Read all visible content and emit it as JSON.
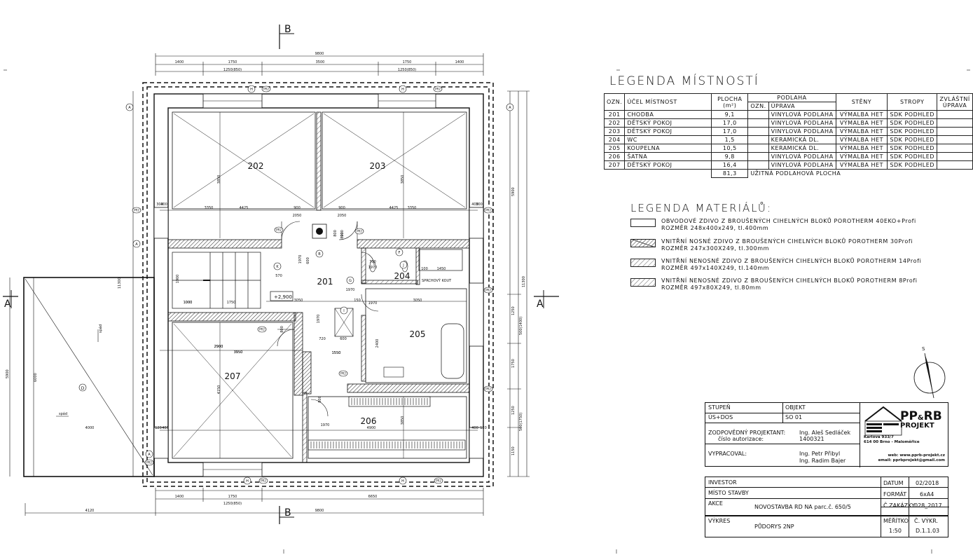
{
  "section_marks": {
    "b": "B",
    "a": "A"
  },
  "dimensions": {
    "top_total": "9800",
    "top_segments": [
      "1400",
      "1750",
      "3500",
      "1750",
      "1400"
    ],
    "top_windows": [
      "1250(850)",
      "1250(850)"
    ],
    "bottom_segments": [
      "1400",
      "1750",
      "6650"
    ],
    "bottom_window": "1250(850)",
    "bottom_total": "9800",
    "bottom_terrace": "4120",
    "right_outer_1": "5900",
    "right_outer_2": "11300",
    "right_inner": [
      "1250",
      "500(1400)",
      "1750",
      "1250",
      "500(1750)",
      "1150"
    ],
    "left_terrace": [
      "5900",
      "6000"
    ],
    "left_height": "11300",
    "misc": [
      "4425",
      "4425",
      "3350",
      "3350",
      "900",
      "900",
      "2050",
      "2050",
      "400",
      "400",
      "300",
      "300",
      "3850",
      "3850",
      "1900",
      "1000",
      "1000",
      "1750",
      "3050",
      "3050",
      "1550",
      "1550",
      "150",
      "720",
      "600",
      "2400",
      "2900",
      "2900",
      "3950",
      "3950",
      "4000",
      "4150",
      "4900",
      "3850",
      "100",
      "1450",
      "700",
      "1970",
      "800",
      "600",
      "570",
      "1970",
      "800",
      "1970",
      "800",
      "1970",
      "900",
      "1970",
      "800",
      "1970",
      "120",
      "400",
      "400",
      "120"
    ]
  },
  "rooms_on_plan": {
    "r202": "202",
    "r203": "203",
    "r201": "201",
    "r204": "204",
    "r205": "205",
    "r206": "206",
    "r207": "207"
  },
  "plan_labels": {
    "level": "+2,900",
    "shower": "SPRCHOVÝ KOUT",
    "spad": "spád",
    "spad2": "spád",
    "terrace": "D",
    "tags": [
      "PR2",
      "PR2",
      "PR2",
      "PR2",
      "PR2",
      "PR2",
      "PR2",
      "PR2",
      "PR2",
      "PR2",
      "PR2",
      "PR2",
      "PR2"
    ],
    "axis": [
      "A",
      "A",
      "A",
      "A",
      "H",
      "H",
      "H",
      "H",
      "K",
      "G",
      "B",
      "F",
      "I",
      "J"
    ]
  },
  "room_legend": {
    "title": "LEGENDA MÍSTNOSTÍ",
    "headers": {
      "ozn": "OZN.",
      "ucel": "ÚČEL MÍSTNOST",
      "plocha": "PLOCHA",
      "plocha_unit": "(m²)",
      "podlaha": "PODLAHA",
      "ozn2": "OZN.",
      "uprava": "ÚPRAVA",
      "steny": "STĚNY",
      "stropy": "STROPY",
      "zvlastni": "ZVLÁŠTNÍ ÚPRAVA"
    },
    "rows": [
      {
        "ozn": "201",
        "name": "CHODBA",
        "area": "9,1",
        "floor": "VINYLOVÁ PODLAHA",
        "walls": "VÝMALBA HET",
        "ceiling": "SDK PODHLED"
      },
      {
        "ozn": "202",
        "name": "DĚTSKÝ POKOJ",
        "area": "17,0",
        "floor": "VINYLOVÁ PODLAHA",
        "walls": "VÝMALBA HET",
        "ceiling": "SDK PODHLED"
      },
      {
        "ozn": "203",
        "name": "DĚTSKÝ POKOJ",
        "area": "17,0",
        "floor": "VINYLOVÁ PODLAHA",
        "walls": "VÝMALBA HET",
        "ceiling": "SDK PODHLED"
      },
      {
        "ozn": "204",
        "name": "WC",
        "area": "1,5",
        "floor": "KERAMICKÁ DL.",
        "walls": "VÝMALBA HET",
        "ceiling": "SDK PODHLED"
      },
      {
        "ozn": "205",
        "name": "KOUPELNA",
        "area": "10,5",
        "floor": "KERAMICKÁ DL.",
        "walls": "VÝMALBA HET",
        "ceiling": "SDK PODHLED"
      },
      {
        "ozn": "206",
        "name": "ŠATNA",
        "area": "9,8",
        "floor": "VINYLOVÁ PODLAHA",
        "walls": "VÝMALBA HET",
        "ceiling": "SDK PODHLED"
      },
      {
        "ozn": "207",
        "name": "DĚTSKÝ POKOJ",
        "area": "16,4",
        "floor": "VINYLOVÁ PODLAHA",
        "walls": "VÝMALBA HET",
        "ceiling": "SDK PODHLED"
      }
    ],
    "total_area": "81,3",
    "total_label": "UŽITNÁ PODLAHOVÁ PLOCHA"
  },
  "material_legend": {
    "title": "LEGENDA MATERIÁLŮ:",
    "items": [
      {
        "line1": "OBVODOVÉ ZDIVO Z BROUŠENÝCH CIHELNÝCH BLOKŮ POROTHERM 40EKO+Profi",
        "line2": "ROZMĚR 248x400x249, tl.400mm"
      },
      {
        "line1": "VNITŘNÍ NOSNÉ ZDIVO Z BROUŠENÝCH CIHELNÝCH BLOKŮ POROTHERM 30Profi",
        "line2": "ROZMĚR 247x300X249, tl.300mm"
      },
      {
        "line1": "VNITŘNÍ NENOSNÉ ZDIVO Z BROUŠENÝCH CIHELNÝCH BLOKŮ POROTHERM 14Profi",
        "line2": "ROZMĚR 497x140X249, tl.140mm"
      },
      {
        "line1": "VNITŘNÍ NENOSNÉ ZDIVO Z BROUŠENÝCH CIHELNÝCH BLOKŮ POROTHERM 8Profi",
        "line2": "ROZMĚR 497x80X249, tl.80mm"
      }
    ]
  },
  "north": "S",
  "title_block": {
    "stupen_label": "STUPEŇ",
    "stupen_value": "ÚS+DOS",
    "objekt_label": "OBJEKT",
    "objekt_value": "SO 01",
    "zodp_label": "ZODPOVĚDNÝ PROJEKTANT:",
    "zodp_sub": "číslo autorizace:",
    "zodp_name": "Ing. Aleš Sedláček",
    "zodp_num": "1400321",
    "vyprac_label": "VYPRACOVAL:",
    "vyprac_1": "Ing. Petr Přibyl",
    "vyprac_2": "Ing. Radim Bajer",
    "logo_pp": "PP",
    "logo_amp": "&",
    "logo_rb": "RB",
    "logo_projekt": "PROJEKT",
    "address1": "Karlova 933/7",
    "address2": "614 00 Brno - Maloměřice",
    "web": "web: www.pprb-projekt.cz",
    "email": "email: pprbprojekt@gmail.com",
    "investor_label": "INVESTOR",
    "misto_label": "MÍSTO STAVBY",
    "akce_label": "AKCE",
    "akce_value": "NOVOSTAVBA RD NA parc.č. 650/5",
    "vykres_label": "VÝKRES",
    "vykres_value": "PŮDORYS 2NP",
    "datum_label": "DATUM",
    "datum_value": "02/2018",
    "format_label": "FORMÁT",
    "format_value": "6xA4",
    "zakazky_label": "Č.ZAKÁZKY",
    "zakazky_value": "028_2017",
    "meritko_label": "MĚŘÍTKO",
    "meritko_value": "1:50",
    "cvykr_label": "Č. VÝKR.",
    "cvykr_value": "D.1.1.03"
  }
}
